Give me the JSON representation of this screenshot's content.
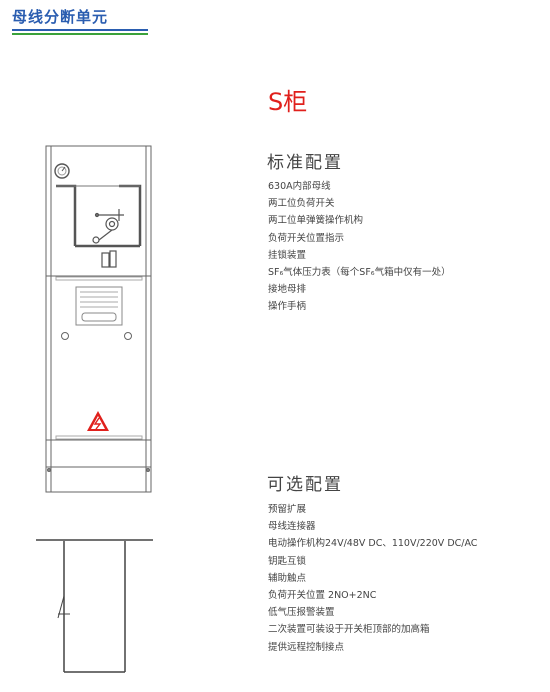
{
  "header": {
    "title": "母线分断单元"
  },
  "cabinet": {
    "title": "S柜"
  },
  "standard": {
    "title": "标准配置",
    "items": [
      "630A内部母线",
      "两工位负荷开关",
      "两工位单弹簧操作机构",
      "负荷开关位置指示",
      "挂锁装置",
      "SF₆气体压力表（每个SF₆气箱中仅有一处）",
      "接地母排",
      "操作手柄"
    ]
  },
  "optional": {
    "title": "可选配置",
    "items": [
      "预留扩展",
      "母线连接器",
      "电动操作机构24V/48V DC、110V/220V DC/AC",
      "钥匙互锁",
      "辅助触点",
      "负荷开关位置 2NO+2NC",
      "低气压报警装置",
      "二次装置可装设于开关柜顶部的加高箱",
      "提供远程控制接点"
    ]
  },
  "colors": {
    "header": "#2a5db0",
    "header_underline": "#3aa13a",
    "cabinet_title": "#e0201c",
    "warning": "#e0201c"
  },
  "icons": [
    "pressure-gauge-icon",
    "warning-triangle-icon",
    "operating-handle-icon"
  ]
}
